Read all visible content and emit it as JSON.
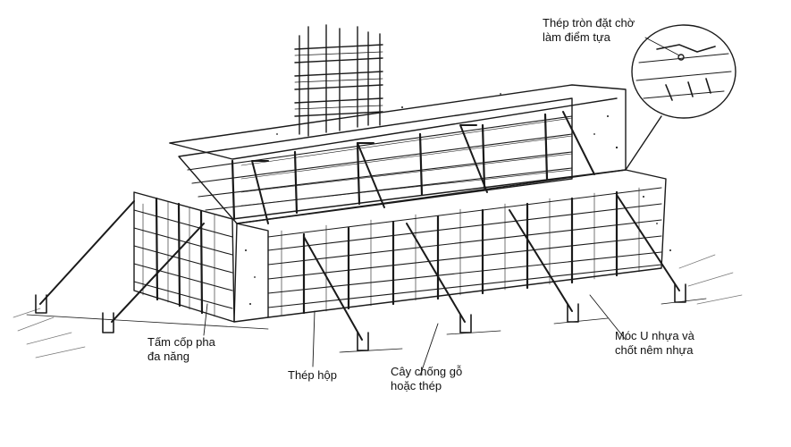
{
  "labels": {
    "round_steel": {
      "line1": "Thép tròn đặt chờ",
      "line2": "làm điểm tựa"
    },
    "formwork_panel": {
      "line1": "Tấm cốp pha",
      "line2": "đa năng"
    },
    "box_steel": {
      "line1": "Thép hộp"
    },
    "prop": {
      "line1": "Cây chống gỗ",
      "line2": "hoặc thép"
    },
    "u_hook": {
      "line1": "Móc U nhựa và",
      "line2": "chốt nêm nhựa"
    }
  },
  "colors": {
    "ink": "#1a1a1a",
    "background": "#ffffff"
  }
}
